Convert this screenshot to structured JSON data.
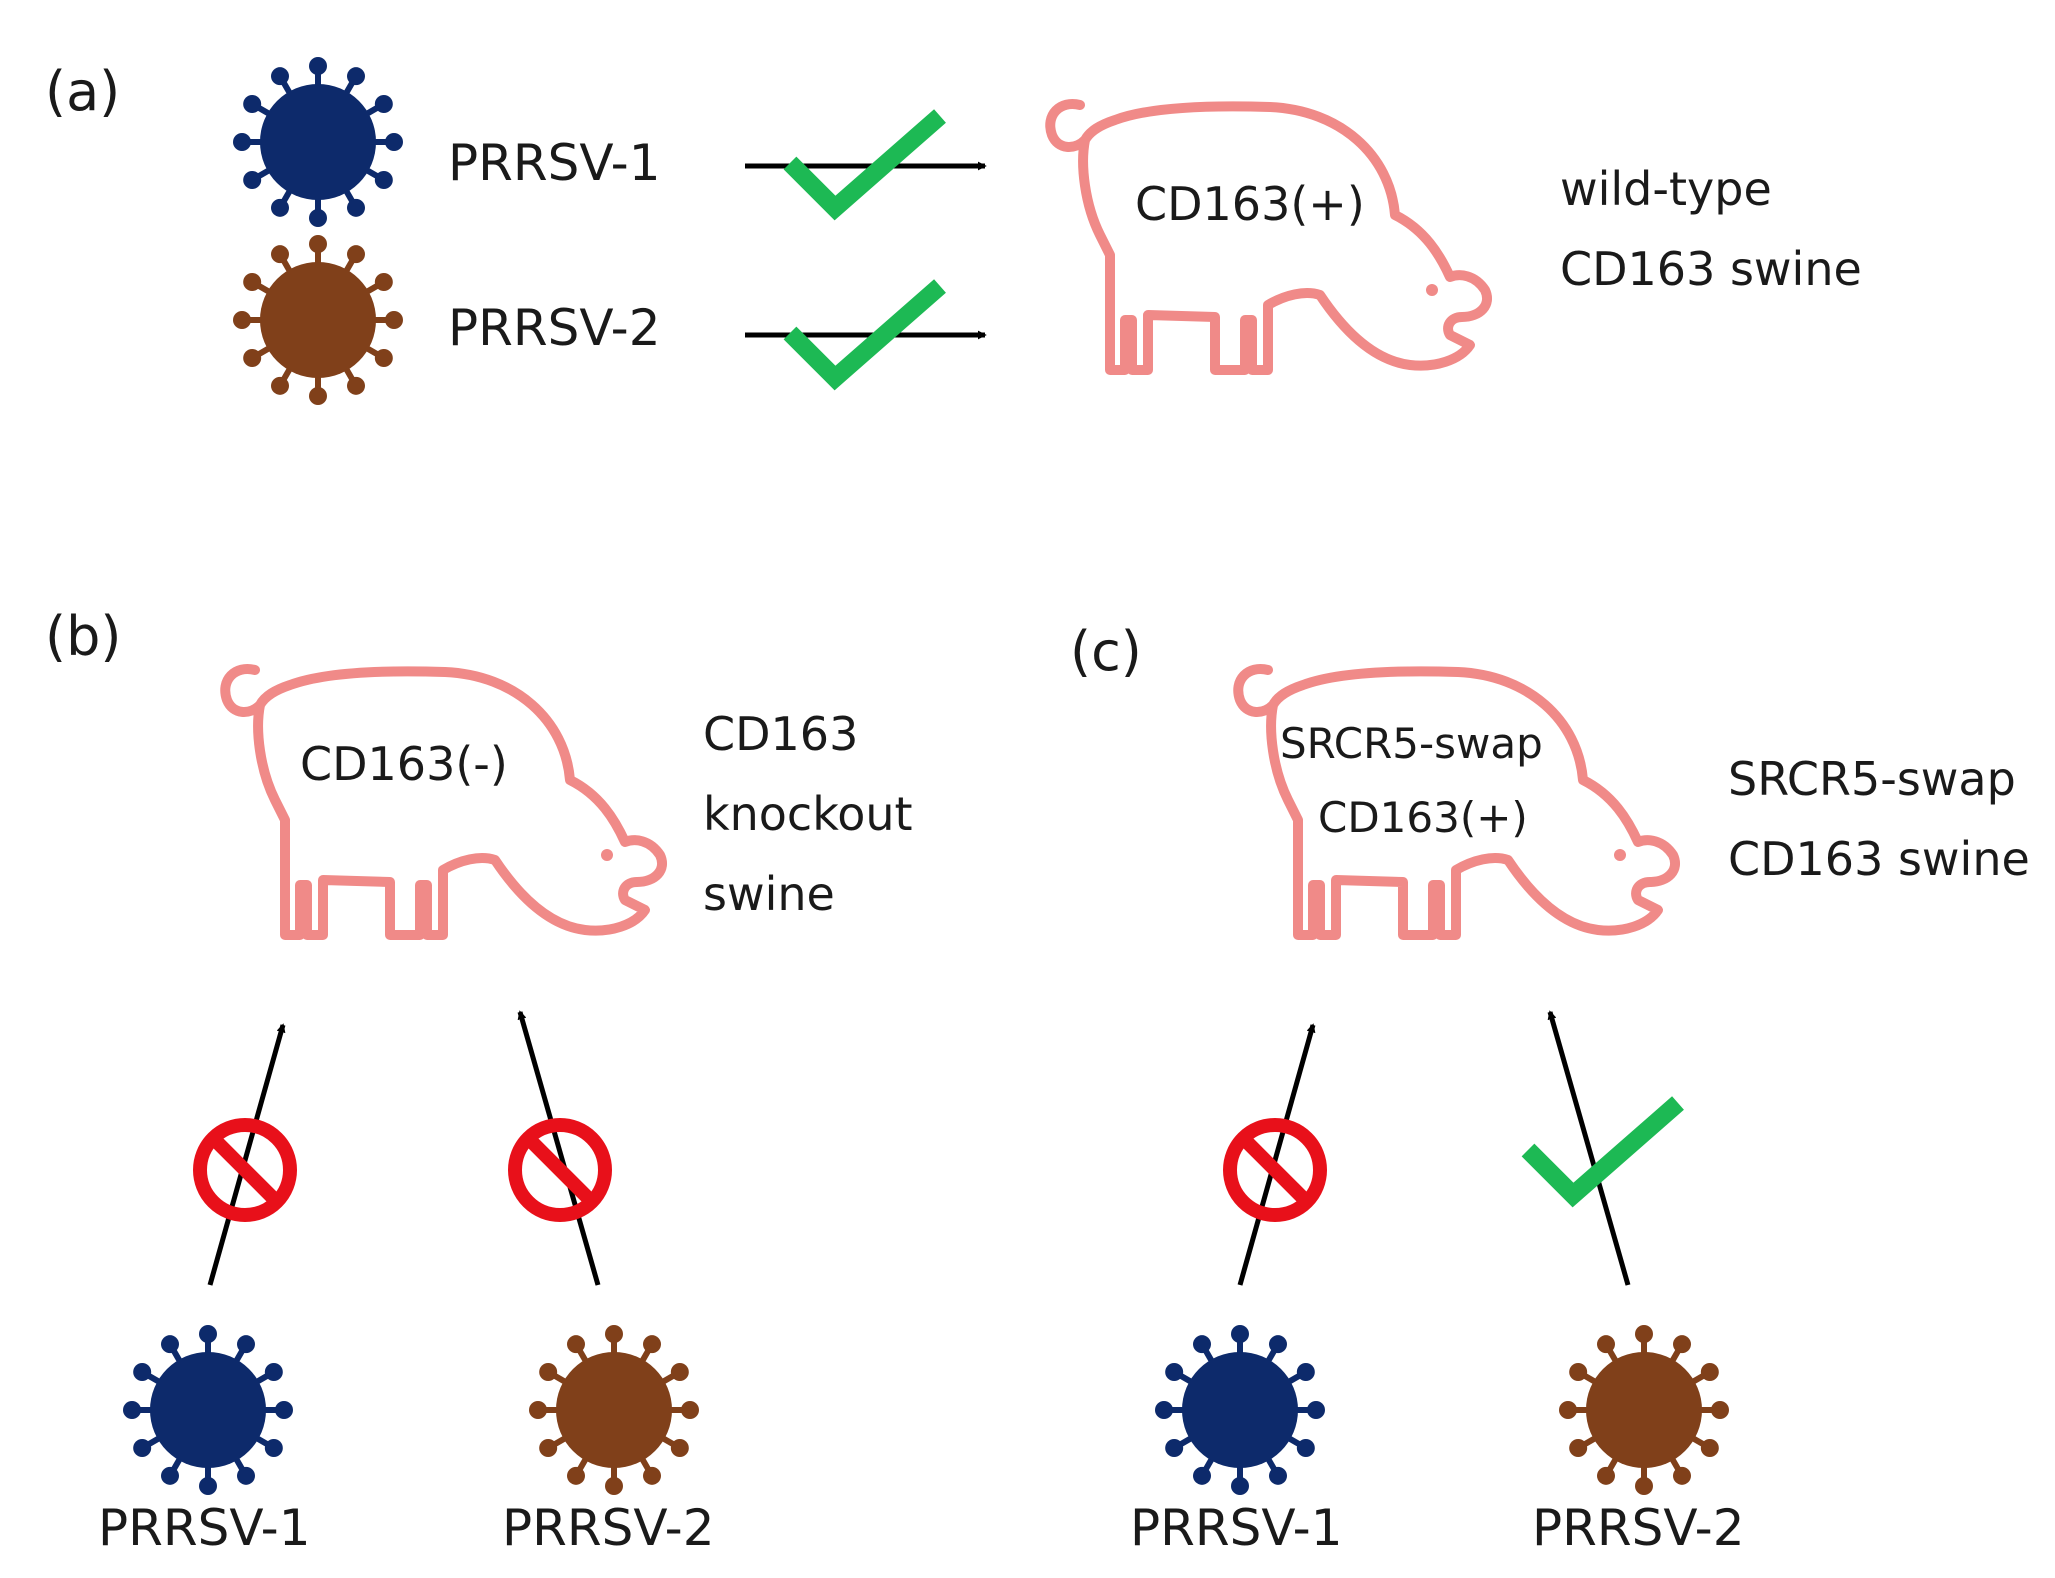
{
  "colors": {
    "pig": "#f08a88",
    "virus_type1": "#0d2a6b",
    "virus_type2": "#80401a",
    "check": "#1db954",
    "no_symbol": "#e8101a",
    "arrow": "#000000",
    "text": "#1a1a1a"
  },
  "icons": {
    "virus": "virus-icon",
    "pig": "pig-icon",
    "check": "checkmark-icon",
    "no": "prohibited-icon",
    "arrow": "arrow-icon"
  },
  "panels": {
    "a": {
      "letter": "(a)",
      "virus1_label": "PRRSV-1",
      "virus2_label": "PRRSV-2",
      "pig_label": "CD163(+)",
      "desc_line1": "wild-type",
      "desc_line2": "CD163 swine",
      "virus1_outcome": "check",
      "virus2_outcome": "check"
    },
    "b": {
      "letter": "(b)",
      "pig_label": "CD163(-)",
      "desc_line1": "CD163",
      "desc_line2": "knockout",
      "desc_line3": "swine",
      "virus1_label": "PRRSV-1",
      "virus2_label": "PRRSV-2",
      "virus1_outcome": "no",
      "virus2_outcome": "no"
    },
    "c": {
      "letter": "(c)",
      "pig_label_line1": "SRCR5-swap",
      "pig_label_line2": "CD163(+)",
      "desc_line1": "SRCR5-swap",
      "desc_line2": "CD163 swine",
      "virus1_label": "PRRSV-1",
      "virus2_label": "PRRSV-2",
      "virus1_outcome": "no",
      "virus2_outcome": "check"
    }
  }
}
